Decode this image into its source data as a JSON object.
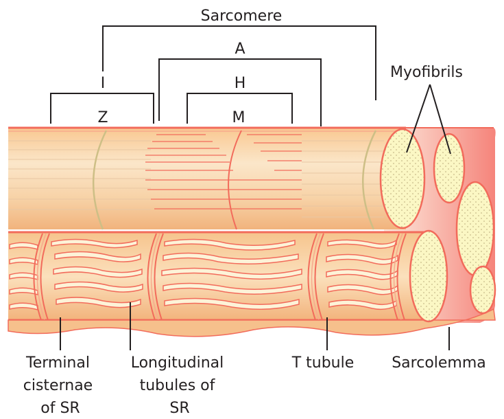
{
  "labels": {
    "sarcomere": "Sarcomere",
    "a_band": "A",
    "i_band": "I",
    "h_zone": "H",
    "z_line": "Z",
    "m_line": "M",
    "myofibrils": "Myofibrils",
    "terminal_cisternae": [
      "Terminal",
      "cisternae",
      "of SR"
    ],
    "longitudinal_tubules": [
      "Longitudinal",
      "tubules of",
      "SR"
    ],
    "t_tubule": "T tubule",
    "sarcolemma": "Sarcolemma"
  },
  "colors": {
    "fiber_light": "#fbe3c3",
    "fiber_mid": "#f6c796",
    "membrane_red": "#f26b5b",
    "sarcolemma_pink": "#f7b4a6",
    "myofibril_cross_section": "#fbf7c4",
    "z_disc": "#cdbf86",
    "ink": "#231f20"
  }
}
